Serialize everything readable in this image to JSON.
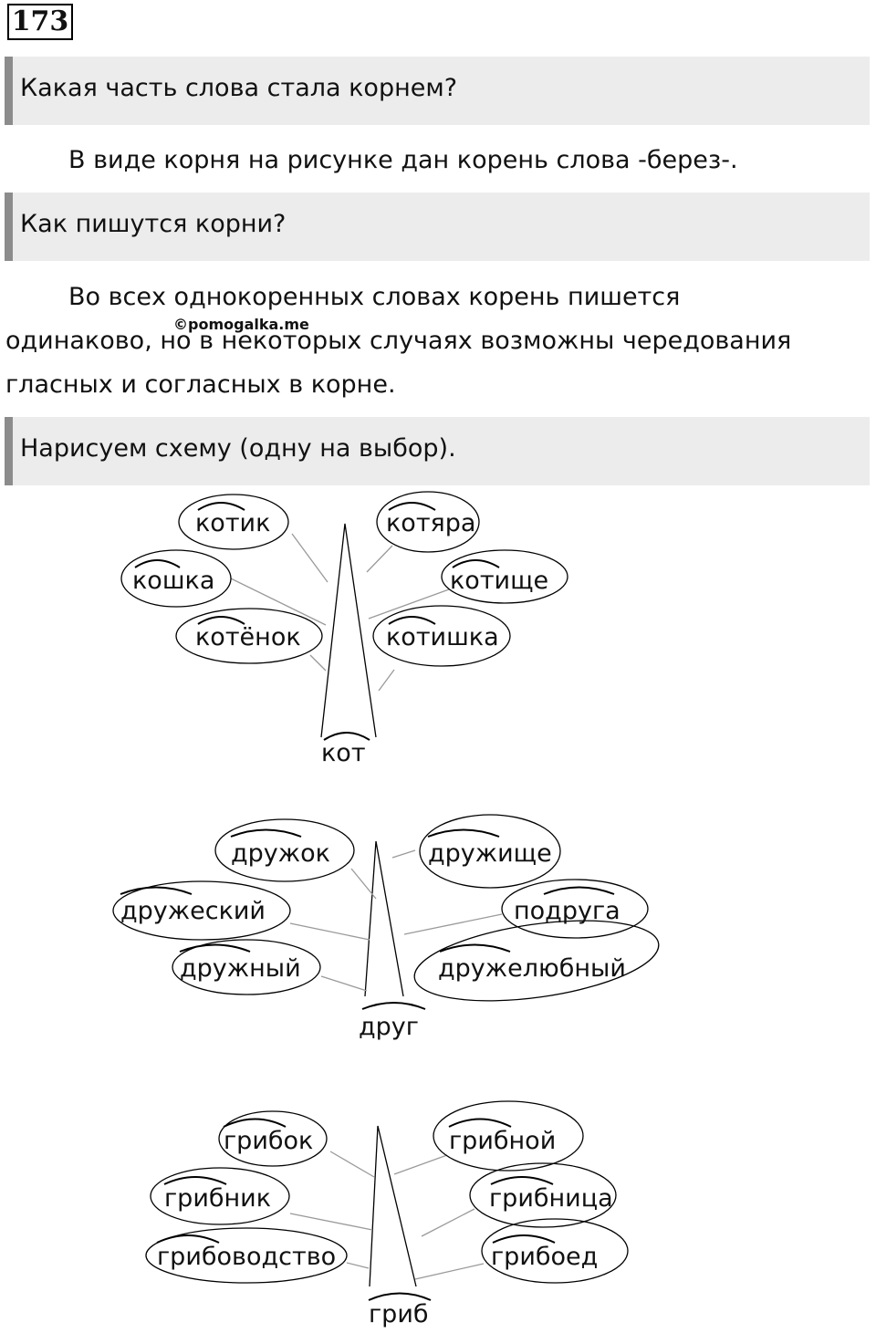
{
  "exercise_number": "173",
  "q1": "Какая часть слова стала корнем?",
  "a1": "В виде корня на рисунке дан корень слова -берез-.",
  "q2": "Как пишутся корни?",
  "a2_line1": "Во всех однокоренных словах корень пишется",
  "a2_line2": "одинаково, но в некоторых случаях возможны чередования",
  "a2_line3": "гласных и согласных в корне.",
  "watermark": "©pomogalka.me",
  "q3": "Нарисуем схему (одну на выбор).",
  "tree_kot": {
    "root": "кот",
    "left": [
      "котик",
      "кошка",
      "котёнок"
    ],
    "right": [
      "котяра",
      "котище",
      "котишка"
    ]
  },
  "tree_drug": {
    "root": "друг",
    "left": [
      "дружок",
      "дружеский",
      "дружный"
    ],
    "right": [
      "дружище",
      "подруга",
      "дружелюбный"
    ]
  },
  "tree_grib": {
    "root": "гриб",
    "left": [
      "грибок",
      "грибник",
      "грибоводство"
    ],
    "right": [
      "грибной",
      "грибница",
      "грибоед"
    ]
  }
}
